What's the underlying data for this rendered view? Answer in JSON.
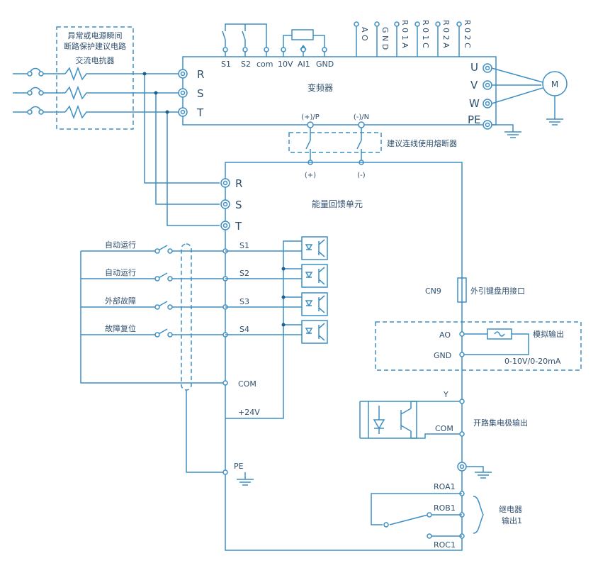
{
  "colors": {
    "wire": "#3d8fc4",
    "text": "#2f4f6e",
    "background": "#ffffff"
  },
  "inverter": {
    "name": "变频器",
    "input_terminals": [
      "R",
      "S",
      "T"
    ],
    "output_terminals": [
      "U",
      "V",
      "W",
      "PE"
    ],
    "top_terminals": [
      "S1",
      "S2",
      "com",
      "10V",
      "AI1",
      "GND"
    ],
    "right_top_terminals": [
      "A O",
      "G N D",
      "R 0 1 A",
      "R 0 1 C",
      "R 0 2 A",
      "R 0 2 C"
    ],
    "dc_bus": [
      "(+)/P",
      "(-)/N"
    ],
    "motor": "M"
  },
  "protection": {
    "line1": "异常或电源瞬间",
    "line2": "断路保护建议电路",
    "reactor": "交流电抗器"
  },
  "fuse_note": "建议连线使用熔断器",
  "feedback_unit": {
    "name": "能量回馈单元",
    "input_terminals": [
      "R",
      "S",
      "T"
    ],
    "dc_terminals": [
      "(+)",
      "(-)"
    ],
    "inputs": [
      {
        "terminal": "S1",
        "label": "自动运行"
      },
      {
        "terminal": "S2",
        "label": "自动运行"
      },
      {
        "terminal": "S3",
        "label": "外部故障"
      },
      {
        "terminal": "S4",
        "label": "故障复位"
      }
    ],
    "com": "COM",
    "p24": "+24V",
    "pe": "PE",
    "cn9": "CN9",
    "cn9_label": "外引键盘用接口",
    "analog": {
      "ao": "AO",
      "gnd": "GND",
      "label": "模拟输出",
      "range": "0-10V/0-20mA"
    },
    "oc": {
      "y": "Y",
      "com": "COM",
      "label": "开路集电极输出"
    },
    "relay": {
      "terminals": [
        "ROA1",
        "ROB1",
        "ROC1"
      ],
      "label_line1": "继电器",
      "label_line2": "输出1"
    }
  }
}
